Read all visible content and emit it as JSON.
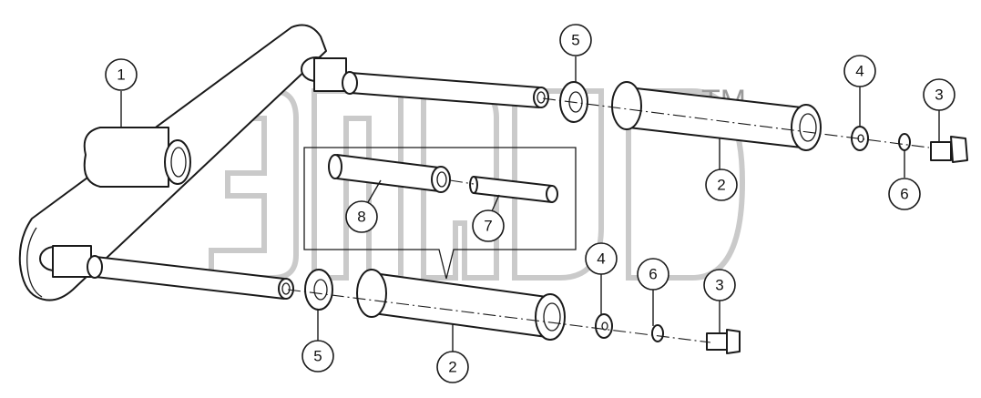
{
  "callouts": [
    {
      "id": "c1",
      "label": "1"
    },
    {
      "id": "c5a",
      "label": "5"
    },
    {
      "id": "c4a",
      "label": "4"
    },
    {
      "id": "c3a",
      "label": "3"
    },
    {
      "id": "c2a",
      "label": "2"
    },
    {
      "id": "c6a",
      "label": "6"
    },
    {
      "id": "c8",
      "label": "8"
    },
    {
      "id": "c7",
      "label": "7"
    },
    {
      "id": "c4b",
      "label": "4"
    },
    {
      "id": "c6b",
      "label": "6"
    },
    {
      "id": "c3b",
      "label": "3"
    },
    {
      "id": "c5b",
      "label": "5"
    },
    {
      "id": "c2b",
      "label": "2"
    }
  ],
  "watermark": {
    "trademark": "TM"
  }
}
